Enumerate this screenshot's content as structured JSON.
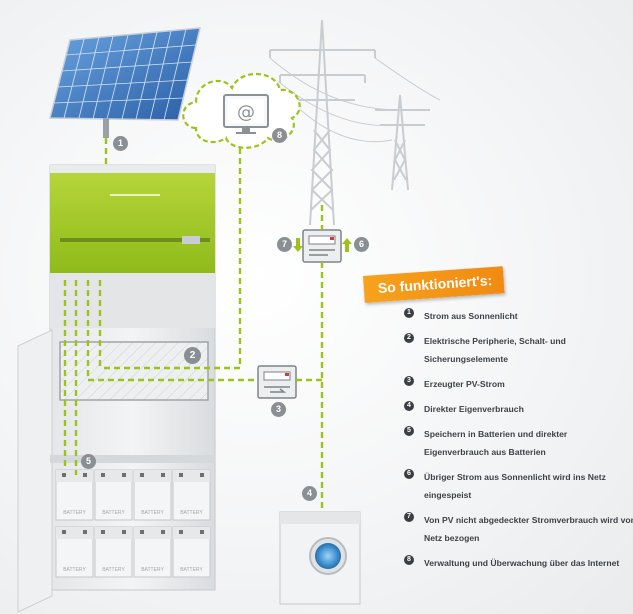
{
  "title": "So funktioniert's:",
  "legend": [
    {
      "num": "1",
      "text": "Strom aus Sonnenlicht"
    },
    {
      "num": "2",
      "text": "Elektrische Peripherie, Schalt- und Sicherungselemente"
    },
    {
      "num": "3",
      "text": "Erzeugter PV-Strom"
    },
    {
      "num": "4",
      "text": "Direkter Eigenverbrauch"
    },
    {
      "num": "5",
      "text": "Speichern in Batterien und direkter Eigenverbrauch aus Batterien"
    },
    {
      "num": "6",
      "text": "Übriger Strom aus Sonnenlicht wird ins Netz eingespeist"
    },
    {
      "num": "7",
      "text": "Von PV nicht abgedeckter Stromverbrauch wird von Netz bezogen"
    },
    {
      "num": "8",
      "text": "Verwaltung und Überwachung über das Internet"
    }
  ],
  "badges": {
    "b1": "1",
    "b2": "2",
    "b3": "3",
    "b4": "4",
    "b5": "5",
    "b6": "6",
    "b7": "7",
    "b8": "8"
  },
  "battery_label": "BATTERY",
  "colors": {
    "accent_green": "#9cc31a",
    "banner_orange": "#f39415",
    "panel_blue": "#2f6db8"
  },
  "icons": [
    "solar-panel-icon",
    "power-pylon-icon",
    "cloud-icon",
    "monitor-at-icon",
    "power-meter-icon",
    "washing-machine-icon",
    "battery-icon",
    "arrow-up-icon",
    "arrow-down-icon"
  ]
}
